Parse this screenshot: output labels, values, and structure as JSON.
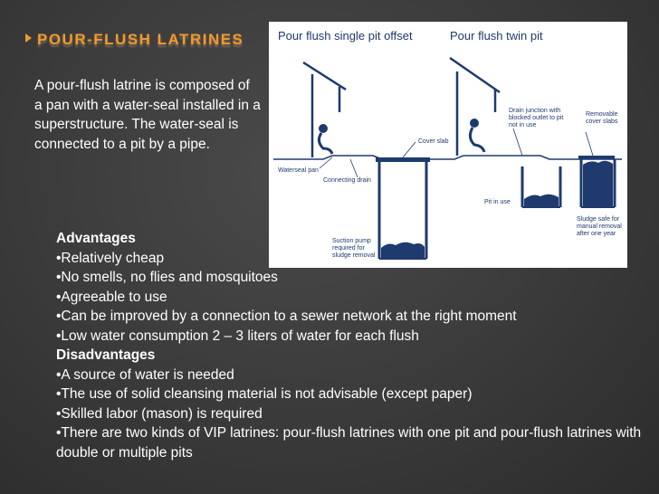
{
  "title": "Pour-Flush Latrines",
  "intro": "A pour-flush latrine is composed of a pan with a water-seal installed in a superstructure. The water-seal is connected to a pit by a pipe.",
  "figure": {
    "caption_left": "Pour flush single pit offset",
    "caption_right": "Pour flush twin pit",
    "labels": {
      "cover_slab": "Cover slab",
      "waterseal_pan": "Waterseal pan",
      "connecting_drain": "Connecting drain",
      "suction_pump": [
        "Suction pump",
        "required for",
        "sludge removal"
      ],
      "drain_junction": [
        "Drain junction with",
        "blocked outlet to pit",
        "not in use"
      ],
      "removable_cover": [
        "Removable",
        "cover slabs"
      ],
      "pit_in_use": "Pit in use",
      "sludge_safe": [
        "Sludge safe for",
        "manual removal",
        "after one year"
      ]
    }
  },
  "advantages_heading": "Advantages",
  "advantages": [
    "•Relatively cheap",
    "•No smells, no flies and mosquitoes",
    "•Agreeable to use",
    "•Can be improved by a connection to a sewer network at the right moment",
    "•Low water consumption 2 – 3 liters of water for each flush"
  ],
  "disadvantages_heading": "Disadvantages",
  "disadvantages": [
    "•A source of water is needed",
    "•The use of solid cleansing material is not advisable (except paper)",
    "•Skilled labor (mason) is required",
    "•There are two kinds of VIP latrines: pour-flush latrines with one pit and pour-flush latrines with double or multiple pits"
  ]
}
